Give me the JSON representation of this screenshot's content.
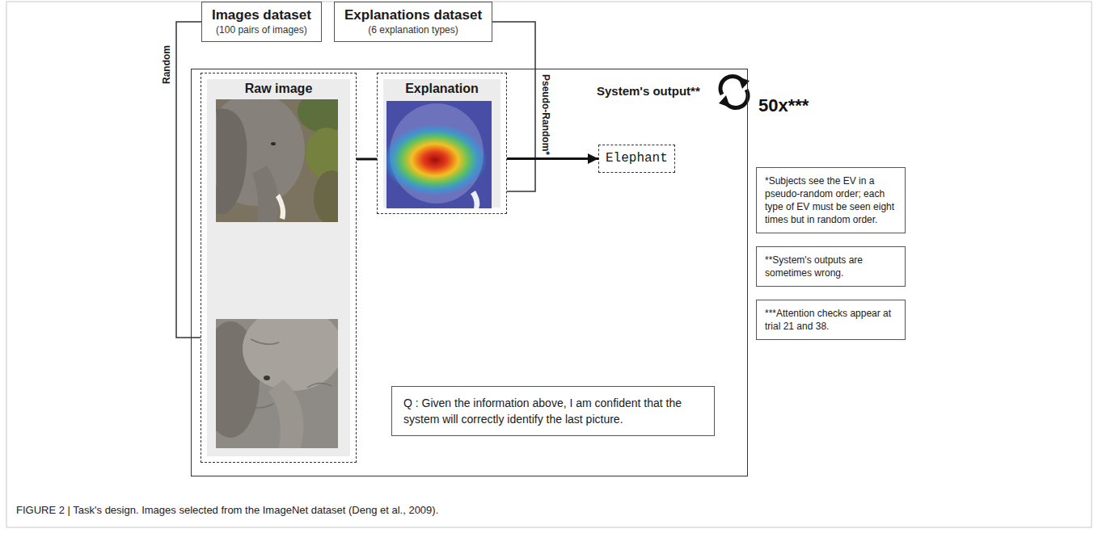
{
  "diagram": {
    "caption": "FIGURE 2 | Task's design. Images selected from the ImageNet dataset (Deng et al., 2009).",
    "nodes": [
      {
        "text": [
          "Images dataset",
          "(100 pairs of images)"
        ]
      },
      {
        "text": [
          "Explanations dataset",
          "(6 explanation types)"
        ]
      },
      {
        "text": [
          "50x***"
        ]
      },
      {
        "text": [
          "Raw image"
        ],
        "in": 2
      },
      {
        "text": [
          "Explanation"
        ],
        "in": 2
      },
      {
        "text": [
          "Elephant"
        ],
        "in": 2
      },
      {
        "text": [
          "Q : Given the information above, I am confident that the system will correctly identify the last picture."
        ],
        "in": 2
      },
      {
        "text": [
          "*Subjects see the EV in a pseudo-random order; each type of EV must be seen eight times but in random order."
        ]
      },
      {
        "text": [
          "**System's outputs are sometimes wrong."
        ]
      },
      {
        "text": [
          "***Attention checks appear at trial 21 and 38."
        ]
      }
    ],
    "edges": [
      {
        "from": 0,
        "to": 3,
        "arrow": "none",
        "label": "Random"
      },
      {
        "from": 1,
        "to": 4,
        "arrow": "none",
        "label": "Pseudo-Random*"
      },
      {
        "from": 3,
        "to": 4,
        "arrow": "none"
      },
      {
        "from": 4,
        "to": 5,
        "arrow": "to"
      }
    ],
    "labels": [
      "System's output**"
    ]
  }
}
